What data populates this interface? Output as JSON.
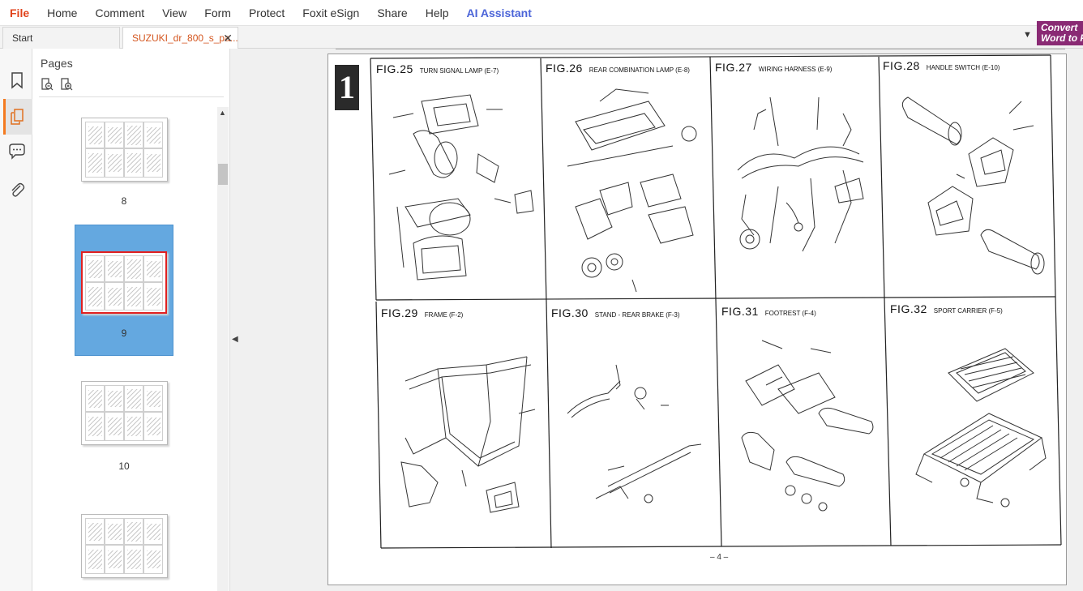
{
  "menu": {
    "items": [
      "File",
      "Home",
      "Comment",
      "View",
      "Form",
      "Protect",
      "Foxit eSign",
      "Share",
      "Help",
      "AI Assistant"
    ]
  },
  "tabs": {
    "start_label": "Start",
    "doc_label": "SUZUKI_dr_800_s_pa...",
    "close_glyph": "✕",
    "dropdown_glyph": "▼",
    "convert_line1": "Convert",
    "convert_line2": "Word to P"
  },
  "rail": {
    "icons": [
      "bookmark-icon",
      "pages-icon",
      "comment-icon",
      "attachment-icon"
    ]
  },
  "pages_panel": {
    "title": "Pages",
    "thumbnails": [
      {
        "label": "8",
        "selected": false
      },
      {
        "label": "9",
        "selected": true
      },
      {
        "label": "10",
        "selected": false
      },
      {
        "label": "",
        "selected": false
      }
    ]
  },
  "document": {
    "section_badge": "1",
    "page_number": "– 4 –",
    "figures": [
      {
        "num": "FIG.25",
        "title": "TURN SIGNAL LAMP (E-7)"
      },
      {
        "num": "FIG.26",
        "title": "REAR COMBINATION LAMP (E-8)"
      },
      {
        "num": "FIG.27",
        "title": "WIRING HARNESS (E-9)"
      },
      {
        "num": "FIG.28",
        "title": "HANDLE SWITCH (E-10)"
      },
      {
        "num": "FIG.29",
        "title": "FRAME (F-2)"
      },
      {
        "num": "FIG.30",
        "title": "STAND - REAR BRAKE (F-3)"
      },
      {
        "num": "FIG.31",
        "title": "FOOTREST (F-4)"
      },
      {
        "num": "FIG.32",
        "title": "SPORT CARRIER (F-5)"
      }
    ]
  },
  "colors": {
    "file_menu": "#e0421b",
    "ai_assistant": "#4b64d8",
    "doc_tab_text": "#d4561f",
    "selected_thumb": "#64a8e0",
    "thumb_highlight_border": "#e02020",
    "convert_bg": "#8a2a74",
    "rail_accent": "#f47a20"
  }
}
